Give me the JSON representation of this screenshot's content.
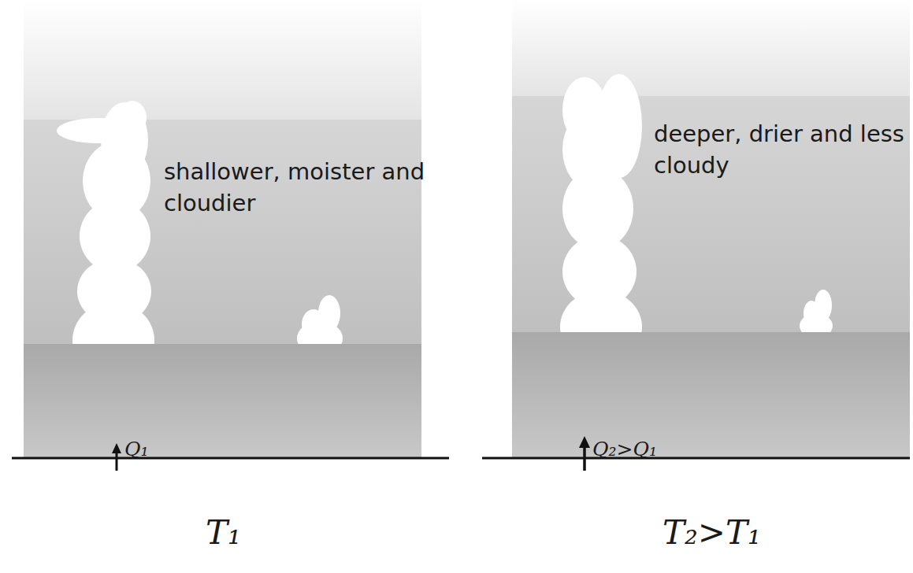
{
  "diagram": {
    "labels": [
      "shallower, moister and cloudier",
      "deeper, drier and less cloudy",
      "Q₁",
      "Q₂>Q₁",
      "T₁",
      "T₂>T₁"
    ]
  }
}
